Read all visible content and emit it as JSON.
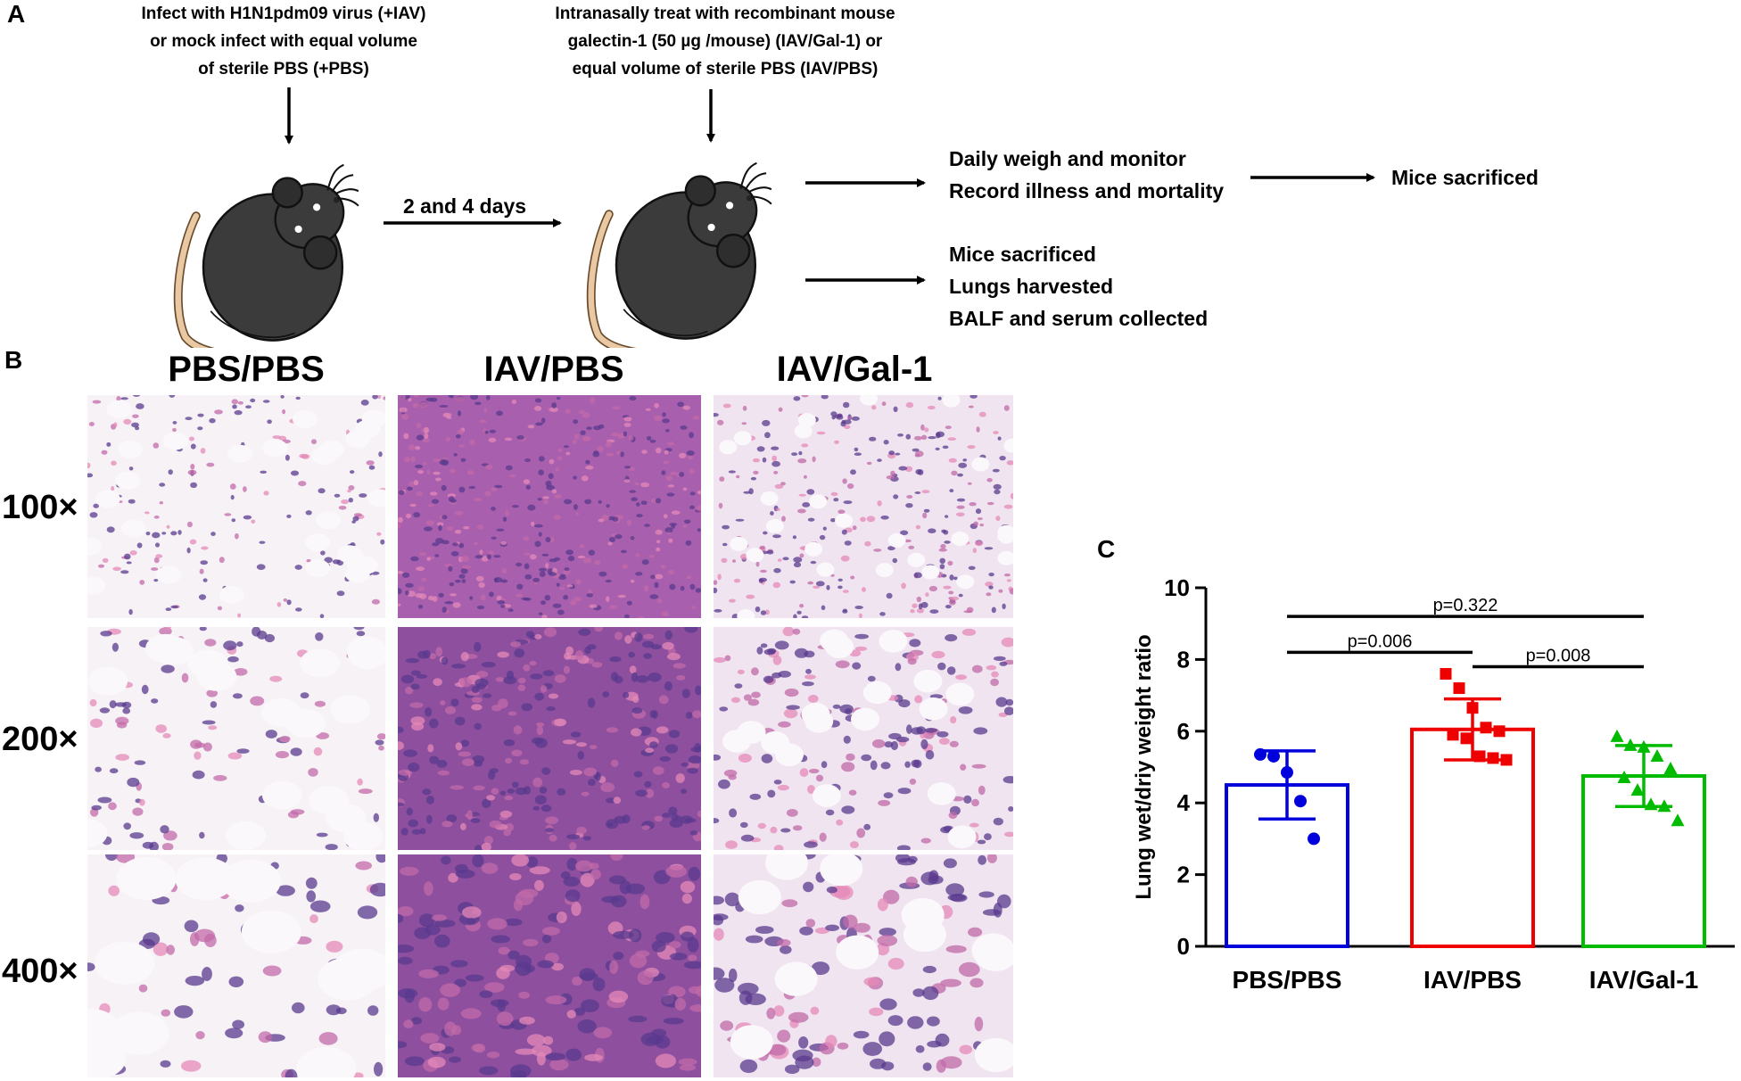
{
  "panel_a": {
    "letter": "A",
    "step1": [
      "Infect with H1N1pdm09 virus (+IAV)",
      "or mock infect with equal volume",
      "of sterile PBS (+PBS)"
    ],
    "step2": [
      "Intranasally treat with recombinant mouse",
      "galectin-1 (50 µg /mouse) (IAV/Gal-1) or",
      "equal volume of sterile PBS (IAV/PBS)"
    ],
    "interval": "2 and 4 days",
    "outcome_monitor": [
      "Daily weigh and monitor",
      "Record illness and mortality"
    ],
    "outcome_final": "Mice sacrificed",
    "outcome_harvest": [
      "Mice sacrificed",
      "Lungs harvested",
      "BALF and serum collected"
    ]
  },
  "panel_b": {
    "letter": "B",
    "columns": [
      "PBS/PBS",
      "IAV/PBS",
      "IAV/Gal-1"
    ],
    "rows": [
      "100×",
      "200×",
      "400×"
    ]
  },
  "chart_data": {
    "type": "bar",
    "letter": "C",
    "categories": [
      "PBS/PBS",
      "IAV/PBS",
      "IAV/Gal-1"
    ],
    "values": [
      4.5,
      6.05,
      4.75
    ],
    "sd": [
      0.95,
      0.85,
      0.85
    ],
    "colors": [
      "#0000dd",
      "#ee0000",
      "#00bb00"
    ],
    "points": [
      [
        5.35,
        5.3,
        4.85,
        4.05,
        3.0
      ],
      [
        7.6,
        7.2,
        6.65,
        6.1,
        6.0,
        5.9,
        5.8,
        5.3,
        5.25,
        5.2
      ],
      [
        5.85,
        5.6,
        5.55,
        5.3,
        4.95,
        4.7,
        4.35,
        3.95,
        3.9,
        3.5
      ]
    ],
    "ylabel": "Lung wet/driy weight ratio",
    "ylim": [
      0,
      10
    ],
    "yticks": [
      0,
      2,
      4,
      6,
      8,
      10
    ],
    "comparisons": [
      {
        "groups": [
          0,
          2
        ],
        "y": 9.2,
        "label": "p=0.322"
      },
      {
        "groups": [
          0,
          1
        ],
        "y": 8.2,
        "label": "p=0.006"
      },
      {
        "groups": [
          1,
          2
        ],
        "y": 7.8,
        "label": "p=0.008"
      }
    ]
  }
}
